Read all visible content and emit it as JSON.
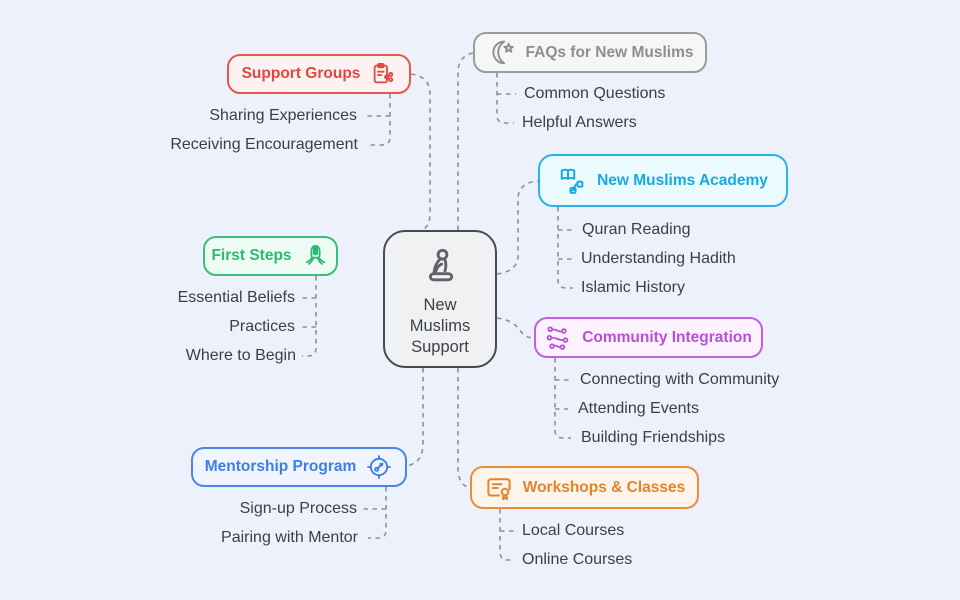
{
  "background_color": "#edf1fb",
  "connector_color": "#8b9198",
  "center": {
    "label": "New Muslims Support",
    "icon": "praying-person-icon",
    "border_color": "#474b4f",
    "fill_color": "#f0f1f3"
  },
  "branches": [
    {
      "id": "support-groups",
      "label": "Support Groups",
      "icon": "clipboard-share-icon",
      "color": "#e4564e",
      "fill": "#fdf2f1",
      "children": [
        "Sharing Experiences",
        "Receiving Encouragement"
      ]
    },
    {
      "id": "faqs-for-new-muslims",
      "label": "FAQs for New Muslims",
      "icon": "crescent-star-icon",
      "color": "#9a9b9d",
      "fill": "#f6f6f4",
      "children": [
        "Common Questions",
        "Helpful Answers"
      ]
    },
    {
      "id": "new-muslims-academy",
      "label": "New Muslims Academy",
      "icon": "book-route-icon",
      "color": "#2cb1e6",
      "fill": "#eafafd",
      "children": [
        "Quran Reading",
        "Understanding Hadith",
        "Islamic History"
      ]
    },
    {
      "id": "first-steps",
      "label": "First Steps",
      "icon": "praying-hands-icon",
      "color": "#3cbd80",
      "fill": "#edfbf4",
      "children": [
        "Essential Beliefs",
        "Practices",
        "Where to Begin"
      ]
    },
    {
      "id": "community-integration",
      "label": "Community Integration",
      "icon": "network-icon",
      "color": "#c45fe0",
      "fill": "#fbf2fe",
      "children": [
        "Connecting with Community",
        "Attending Events",
        "Building Friendships"
      ]
    },
    {
      "id": "mentorship-program",
      "label": "Mentorship Program",
      "icon": "compass-icon",
      "color": "#4d84e8",
      "fill": "#eff4fe",
      "children": [
        "Sign-up Process",
        "Pairing with Mentor"
      ]
    },
    {
      "id": "workshops-and-classes",
      "label": "Workshops & Classes",
      "icon": "certificate-icon",
      "color": "#e78f3c",
      "fill": "#fdf5eb",
      "children": [
        "Local Courses",
        "Online Courses"
      ]
    }
  ]
}
